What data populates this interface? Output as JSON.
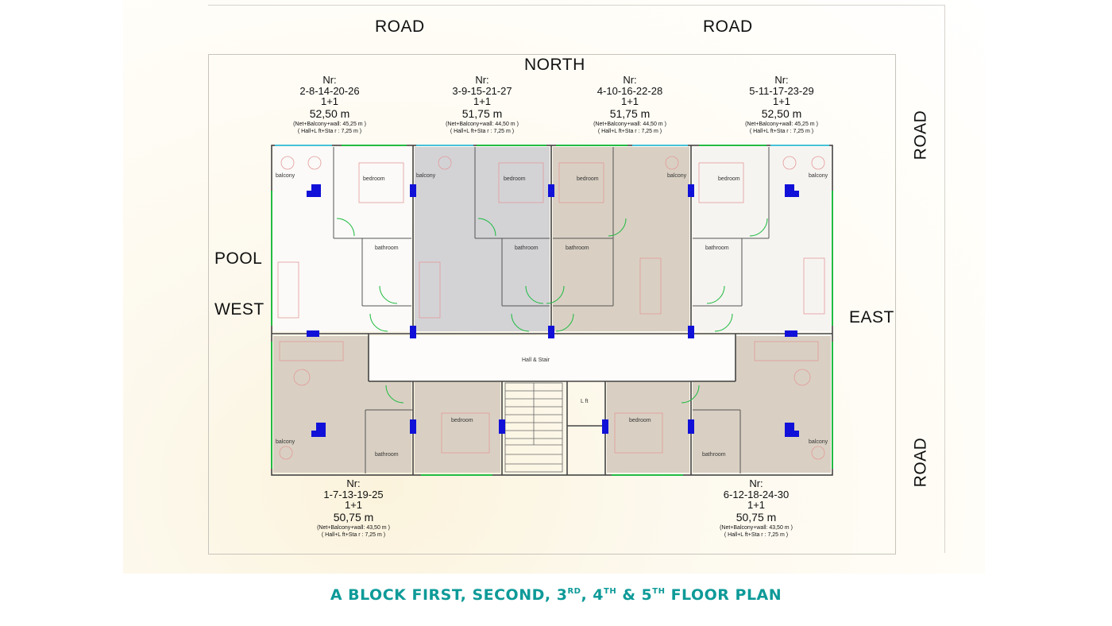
{
  "compass": {
    "road_top_left": "ROAD",
    "road_top_right": "ROAD",
    "road_right_top": "ROAD",
    "road_right_bottom": "ROAD",
    "north": "NORTH",
    "pool": "POOL",
    "west": "WEST",
    "east": "EAST"
  },
  "units": [
    {
      "nr": "Nr:",
      "ids": "2-8-14-20-26",
      "type": "1+1",
      "area": "52,50 m",
      "net": "(Net+Balcony+wall: 45,25 m  )",
      "hall": "( Hall+L ft+Sta r : 7,25 m  )"
    },
    {
      "nr": "Nr:",
      "ids": "3-9-15-21-27",
      "type": "1+1",
      "area": "51,75 m",
      "net": "(Net+Balcony+wall: 44,50 m  )",
      "hall": "( Hall+L ft+Sta r : 7,25 m  )"
    },
    {
      "nr": "Nr:",
      "ids": "4-10-16-22-28",
      "type": "1+1",
      "area": "51,75 m",
      "net": "(Net+Balcony+wall: 44,50 m  )",
      "hall": "( Hall+L ft+Sta r : 7,25 m  )"
    },
    {
      "nr": "Nr:",
      "ids": "5-11-17-23-29",
      "type": "1+1",
      "area": "52,50 m",
      "net": "(Net+Balcony+wall: 45,25 m  )",
      "hall": "( Hall+L ft+Sta r : 7,25 m  )"
    },
    {
      "nr": "Nr:",
      "ids": "1-7-13-19-25",
      "type": "1+1",
      "area": "50,75 m",
      "net": "(Net+Balcony+wall: 43,50 m  )",
      "hall": "( Hall+L ft+Sta r : 7,25 m  )"
    },
    {
      "nr": "Nr:",
      "ids": "6-12-18-24-30",
      "type": "1+1",
      "area": "50,75 m",
      "net": "(Net+Balcony+wall: 43,50 m  )",
      "hall": "( Hall+L ft+Sta r : 7,25 m  )"
    }
  ],
  "rooms": {
    "balcony": "balcony",
    "bedroom": "bedroom",
    "bathroom": "bathroom",
    "hall_stair": "Hall & Stair",
    "lift": "L ft"
  },
  "footer": {
    "part1": "A BLOCK FIRST, SECOND, 3",
    "sup3": "RD",
    "part2": ", 4",
    "sup4": "TH",
    "part3": " & 5",
    "sup5": "TH",
    "part4": " FLOOR PLAN"
  },
  "colors": {
    "accent": "#0d9a98",
    "unit_fill_tan": "#d9d0c3",
    "unit_fill_gray": "#d3d3d6",
    "column_blue": "#1010d8",
    "window_green": "#22bb44",
    "furniture_red": "#e39a9a"
  }
}
